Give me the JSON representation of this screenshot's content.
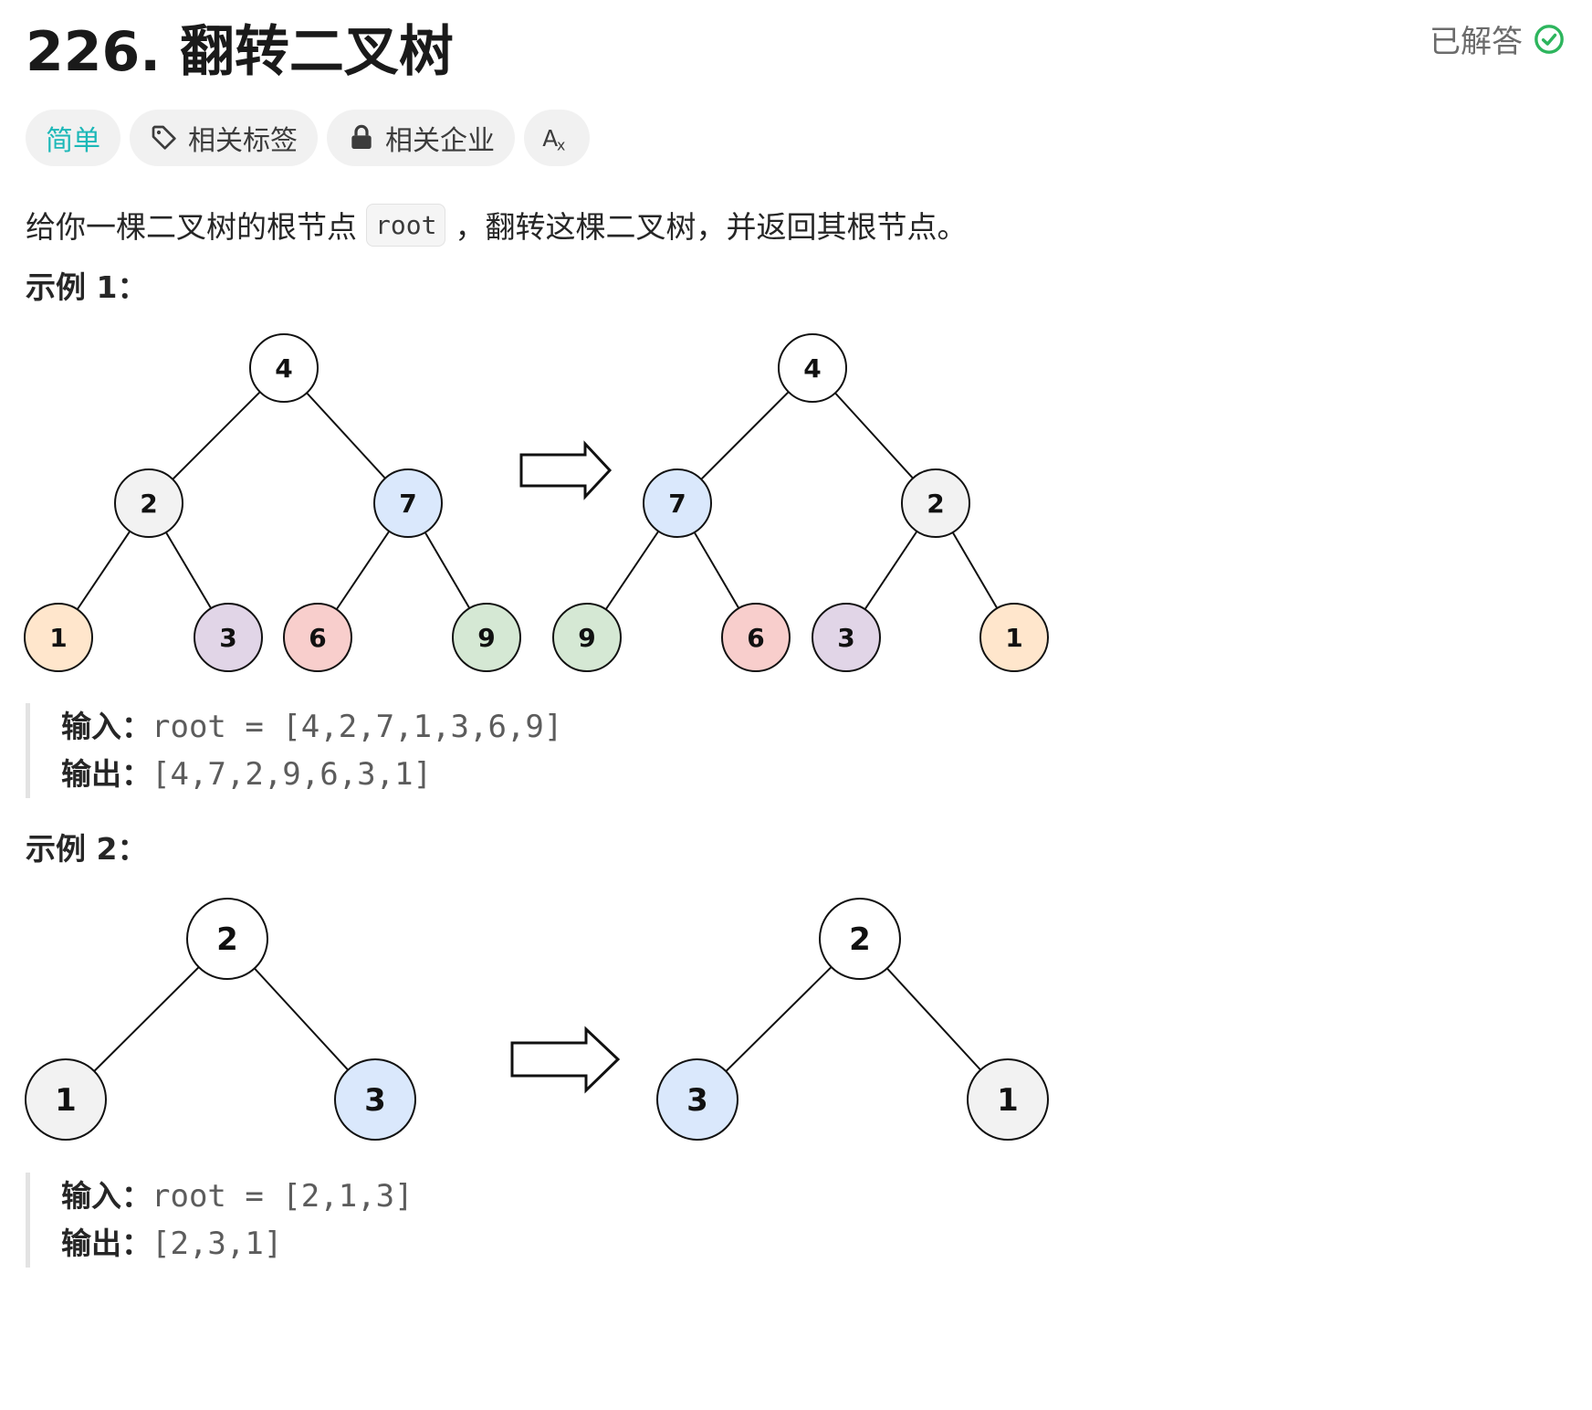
{
  "problem": {
    "title": "226. 翻转二叉树",
    "status": "已解答",
    "tags": {
      "difficulty": "简单",
      "related_tags": "相关标签",
      "related_companies": "相关企业",
      "translate_icon": "Aあ"
    },
    "description": {
      "before": "给你一棵二叉树的根节点",
      "code": "root",
      "after": "，翻转这棵二叉树，并返回其根节点。"
    }
  },
  "examples": [
    {
      "title": "示例 1：",
      "input_label": "输入：",
      "input_value": "root = [4,2,7,1,3,6,9]",
      "output_label": "输出：",
      "output_value": "[4,7,2,9,6,3,1]",
      "trees": {
        "left": [
          "4",
          "2",
          "7",
          "1",
          "3",
          "6",
          "9"
        ],
        "right": [
          "4",
          "7",
          "2",
          "9",
          "6",
          "3",
          "1"
        ]
      }
    },
    {
      "title": "示例 2：",
      "input_label": "输入：",
      "input_value": "root = [2,1,3]",
      "output_label": "输出：",
      "output_value": "[2,3,1]",
      "trees": {
        "left": [
          "2",
          "1",
          "3"
        ],
        "right": [
          "2",
          "3",
          "1"
        ]
      }
    }
  ],
  "colors": {
    "accent_easy": "#1cb8b8",
    "solved_check": "#2db55d",
    "node_white": "#ffffff",
    "node_gray": "#f2f2f2",
    "node_blue": "#dae8fc",
    "node_orange": "#ffe6cc",
    "node_purple": "#e1d5e7",
    "node_red": "#f8cecc",
    "node_green": "#d5e8d4"
  }
}
